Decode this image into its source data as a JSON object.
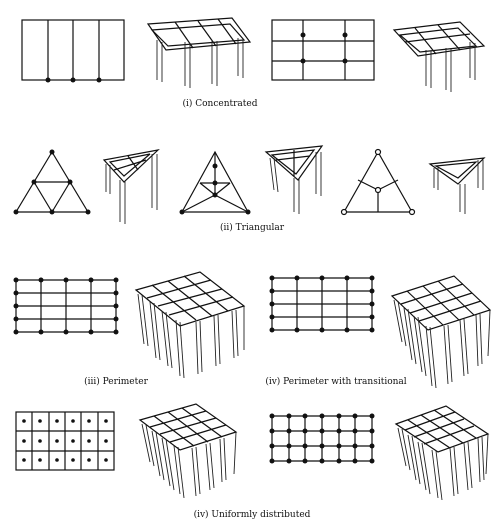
{
  "captions": {
    "concentrated": "(i) Concentrated",
    "triangular": "(ii) Triangular",
    "perimeter": "(iii) Perimeter",
    "perimeter_transitional": "(iv) Perimeter with transitional",
    "uniform": "(iv) Uniformly distributed"
  },
  "colors": {
    "ink": "#111111",
    "background": "#ffffff"
  }
}
